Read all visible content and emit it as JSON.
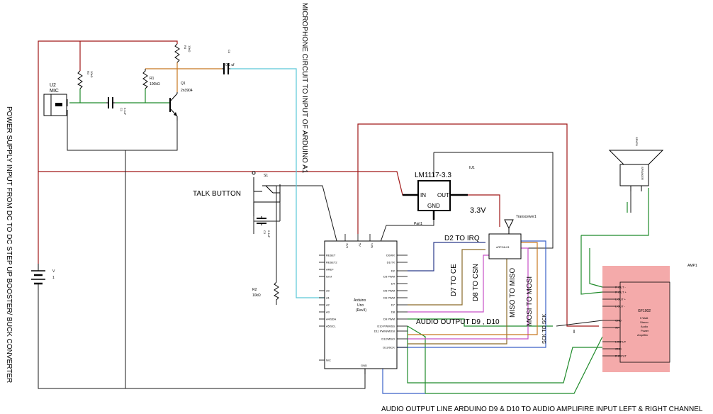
{
  "labels": {
    "power_supply": "POWER SUPPLY INPUT FROM DC TO DC STEP UP BOOSTER/ BUCK CONVERTER",
    "mic_circuit": "MICROPHONE CIRCUIT TO INPUT OF ARDUINO A1",
    "talk_button": "TALK BUTTON",
    "audio_output_line": "AUDIO OUTPUT LINE ARDUINO D9 & D10 TO AUDIO AMPLIFIRE INPUT LEFT  & RIGHT CHANNEL",
    "audio_output": "AUDIO OUTPUT D9 , D10",
    "d2_irq": "D2 TO IRQ",
    "d7_ce": "D7 TO CE",
    "d8_csn": "D8 TO CSN",
    "miso": "MISO TO MISO",
    "mosi": "MOSI TO MOSI",
    "sck": "SCK TO SCK",
    "v33": "3.3V"
  },
  "components": {
    "u2": "U2",
    "mic": "MIC",
    "r3": "R3",
    "r3_val": "10kΩ",
    "r4": "R4",
    "r4_val": "10kΩ",
    "r1": "R1",
    "r1_val": "100kΩ",
    "q1": "Q1",
    "q1_val": "2n3904",
    "c1": "C1",
    "c1_val": "0.1uF",
    "c4": "C4",
    "c4_val": "0.1 uf",
    "s1": "S1",
    "c3": "C3",
    "c3_val": "0.1uF",
    "r2": "R2",
    "r2_val": "10kΩ",
    "v": "V",
    "v_num": "1",
    "iu1": "IU1",
    "regulator": "LM1117-3.3",
    "reg_in": "IN",
    "reg_out": "OUT",
    "reg_gnd": "GND",
    "part1": "Part1",
    "transceiver": "Transceiver1",
    "nrf": "nRF24L01",
    "spkr": "SPKR1",
    "speaker": "SPEAKER",
    "amp_ref": "AMP1",
    "amp_name": "GF1002",
    "amp_desc": [
      "5 Watt",
      "Stereo",
      "Audio",
      "Power",
      "Amplifier"
    ]
  },
  "arduino": {
    "name": [
      "Arduino",
      "Uno",
      "(Rev3)"
    ],
    "left_pins": [
      "RESET",
      "RESET2",
      "AREF",
      "Ioref",
      "A0",
      "A1",
      "A2",
      "A3",
      "A4/SDA",
      "A5/SCL",
      "N/C"
    ],
    "right_pins": [
      "D0/RX",
      "D1/TX",
      "D2",
      "D3 PWM",
      "D4",
      "D5 PWM",
      "D6 PWM",
      "D7",
      "D8",
      "D9 PWM",
      "D10 PWM/SS",
      "D11 PWM/MOSI",
      "D12/MISO",
      "D13/SCK"
    ],
    "top_pins": [
      "3V3",
      "5V",
      "VIN"
    ],
    "bottom_pin": "GND"
  },
  "amp_pins": [
    "R OUT -",
    "R OUT +",
    "L OUT +",
    "L OUT -",
    "GND",
    "9V",
    "L INPUT",
    "GND",
    "R INPUT"
  ],
  "colors": {
    "red": "#a01818",
    "black": "#1a1a1a",
    "green": "#1f8a2a",
    "cyan": "#5ac8d8",
    "blue": "#3a62c8",
    "orange": "#c87820",
    "brown": "#8a6a28",
    "pink": "#c850c8",
    "navy": "#2a3a8a",
    "amp_fill": "#f4aaaa"
  }
}
